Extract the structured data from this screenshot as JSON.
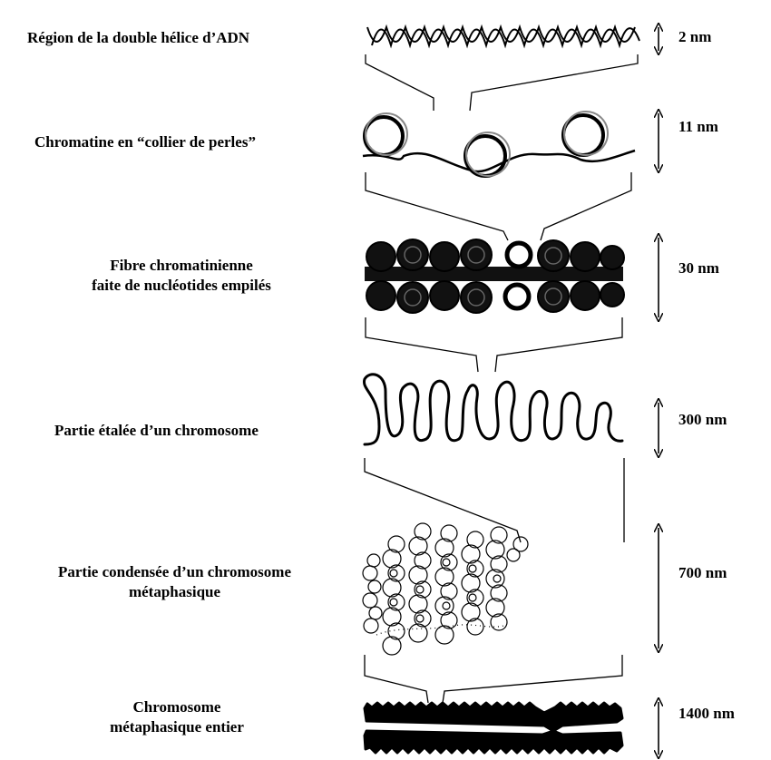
{
  "levels": [
    {
      "label": "Région  de la double hélice d’ADN",
      "size": "2 nm"
    },
    {
      "label": "Chromatine en “collier de perles”",
      "size": "11 nm"
    },
    {
      "label_line1": "Fibre chromatinienne",
      "label_line2": "faite de nucléotides empilés",
      "size": "30 nm"
    },
    {
      "label": "Partie étalée d’un chromosome",
      "size": "300 nm"
    },
    {
      "label_line1": "Partie condensée d’un chromosome",
      "label_line2": "métaphasique",
      "size": "700 nm"
    },
    {
      "label_line1": "Chromosome",
      "label_line2": "métaphasique entier",
      "size": "1400 nm"
    }
  ]
}
